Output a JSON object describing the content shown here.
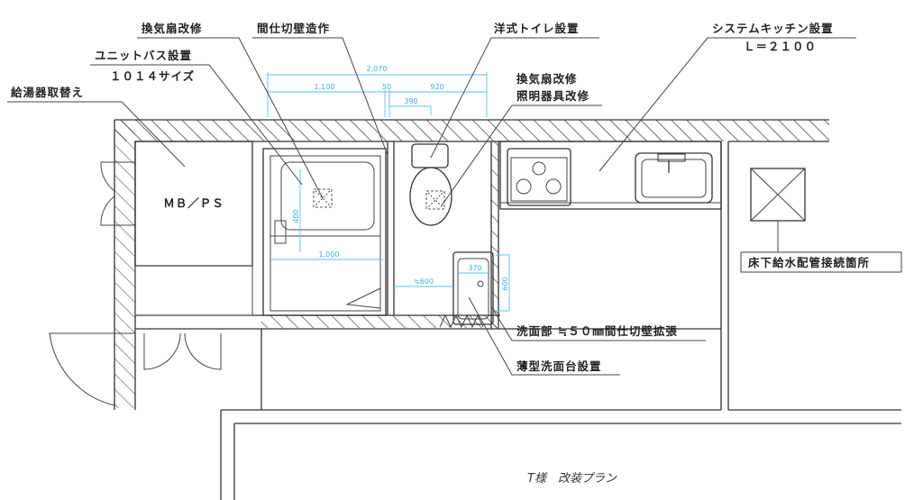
{
  "labels": {
    "fan_bath": "換気扇改修",
    "unit_bath": "ユニットバス設置",
    "unit_bath_size": "１０１４サイズ",
    "water_heater": "給湯器取替え",
    "partition": "間仕切壁造作",
    "toilet": "洋式トイレ設置",
    "fan_toilet": "換気扇改修",
    "lighting": "照明器具改修",
    "kitchen": "システムキッチン設置",
    "kitchen_length": "Ｌ＝２１００",
    "mbps": "ＭＢ／ＰＳ",
    "floor_pipe": "床下給水配管接続箇所",
    "washroom_wall": "洗面部 ≒５０㎜間仕切壁拡張",
    "slim_basin": "薄型洗面台設置"
  },
  "dimensions": {
    "total": "2,070",
    "bath_width": "1,100",
    "wall": "50",
    "toilet_width": "920",
    "toilet_offset": "390",
    "bath_inner": "1,000",
    "bath_depth": "400",
    "aisle": "≒600",
    "basin_width": "370",
    "basin_depth": "600"
  },
  "caption": "T様　改装プラン"
}
